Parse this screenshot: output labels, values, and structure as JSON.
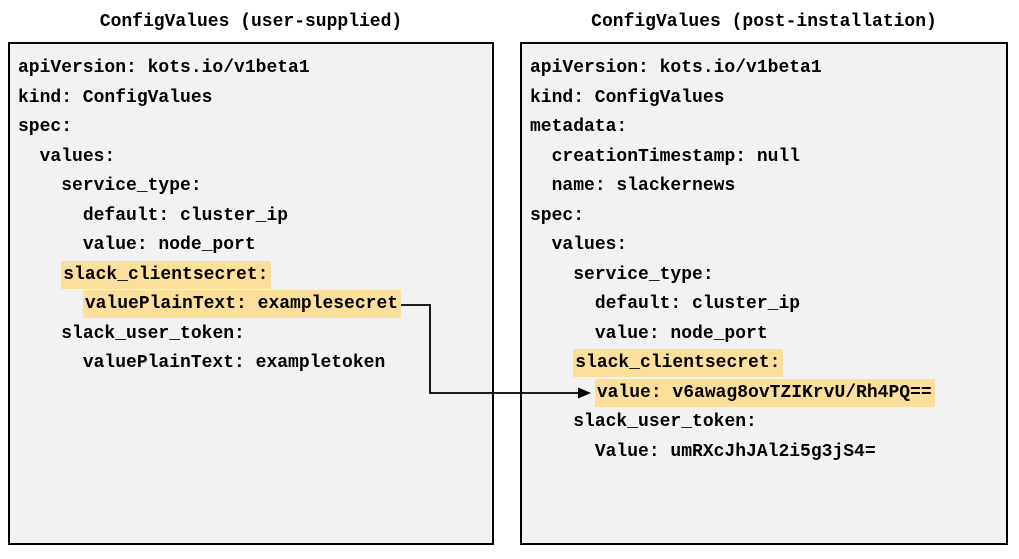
{
  "colors": {
    "box_bg": "#f2f2f2",
    "box_border": "#000000",
    "highlight": "#fbdf9b",
    "arrow": "#000000"
  },
  "panels": [
    {
      "title": "ConfigValues (user-supplied)",
      "lines": [
        {
          "indent": 0,
          "text": "apiVersion: kots.io/v1beta1",
          "highlight": false
        },
        {
          "indent": 0,
          "text": "kind: ConfigValues",
          "highlight": false
        },
        {
          "indent": 0,
          "text": "spec:",
          "highlight": false
        },
        {
          "indent": 2,
          "text": "values:",
          "highlight": false
        },
        {
          "indent": 4,
          "text": "service_type:",
          "highlight": false
        },
        {
          "indent": 6,
          "text": "default: cluster_ip",
          "highlight": false
        },
        {
          "indent": 6,
          "text": "value: node_port",
          "highlight": false
        },
        {
          "indent": 4,
          "text": "slack_clientsecret:",
          "highlight": true
        },
        {
          "indent": 6,
          "text": "valuePlainText: examplesecret",
          "highlight": true
        },
        {
          "indent": 4,
          "text": "slack_user_token:",
          "highlight": false
        },
        {
          "indent": 6,
          "text": "valuePlainText: exampletoken",
          "highlight": false
        }
      ]
    },
    {
      "title": "ConfigValues (post-installation)",
      "lines": [
        {
          "indent": 0,
          "text": "apiVersion: kots.io/v1beta1",
          "highlight": false
        },
        {
          "indent": 0,
          "text": "kind: ConfigValues",
          "highlight": false
        },
        {
          "indent": 0,
          "text": "metadata:",
          "highlight": false
        },
        {
          "indent": 2,
          "text": "creationTimestamp: null",
          "highlight": false
        },
        {
          "indent": 2,
          "text": "name: slackernews",
          "highlight": false
        },
        {
          "indent": 0,
          "text": "spec:",
          "highlight": false
        },
        {
          "indent": 2,
          "text": "values:",
          "highlight": false
        },
        {
          "indent": 4,
          "text": "service_type:",
          "highlight": false
        },
        {
          "indent": 6,
          "text": "default: cluster_ip",
          "highlight": false
        },
        {
          "indent": 6,
          "text": "value: node_port",
          "highlight": false
        },
        {
          "indent": 4,
          "text": "slack_clientsecret:",
          "highlight": true
        },
        {
          "indent": 6,
          "text": "value: v6awag8ovTZIKrvU/Rh4PQ==",
          "highlight": true
        },
        {
          "indent": 4,
          "text": "slack_user_token:",
          "highlight": false
        },
        {
          "indent": 6,
          "text": "Value: umRXcJhJAl2i5g3jS4="
        }
      ]
    }
  ]
}
